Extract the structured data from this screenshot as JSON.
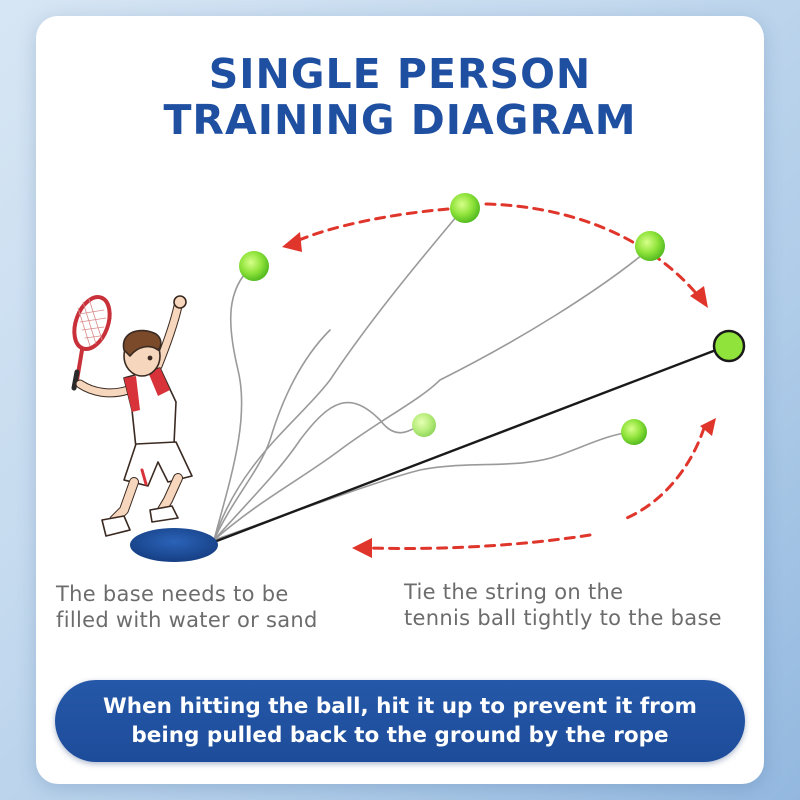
{
  "title": {
    "line1": "SINGLE PERSON",
    "line2": "TRAINING DIAGRAM"
  },
  "captions": {
    "base": {
      "line1": "The base needs to be",
      "line2": "filled with water or sand"
    },
    "string": {
      "line1": "Tie the string on the",
      "line2": "tennis ball tightly to the base"
    }
  },
  "banner": {
    "line1": "When hitting the ball, hit it up to prevent it from",
    "line2": "being pulled back to the ground by the rope"
  },
  "colors": {
    "title": "#1f4fa0",
    "banner": "#1d4c9a",
    "arrow": "#e0352b",
    "ball": "#8fe33a",
    "base": "#1d4c9a",
    "rope": "#1a1a1a"
  },
  "icons": {
    "player": "tennis-player-illustration",
    "racket": "tennis-racket-icon",
    "ball": "tennis-ball-icon",
    "base": "weighted-base-icon"
  }
}
